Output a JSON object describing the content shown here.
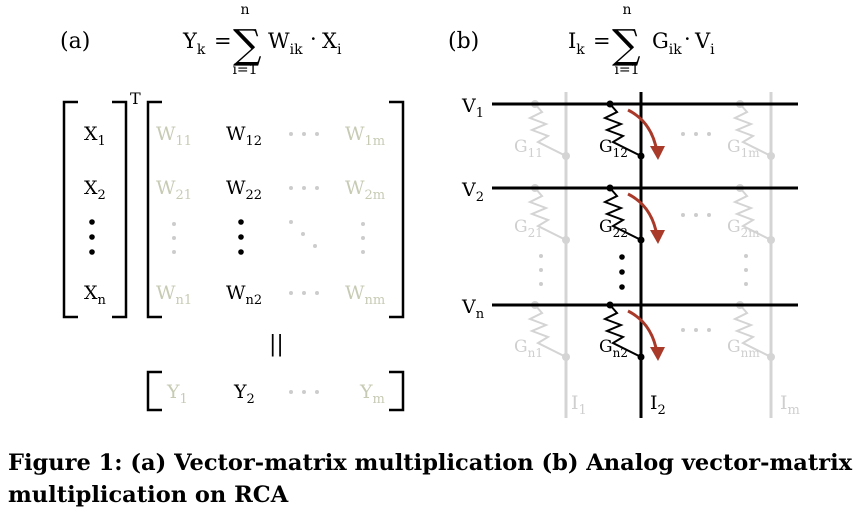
{
  "panel_a": {
    "label": "(a)",
    "equation": {
      "lhs": "Y",
      "lhs_sub": "k",
      "eq": "=",
      "sum_top": "n",
      "sum_bottom": "i=1",
      "w": "W",
      "w_sub": "ik",
      "dot": "·",
      "x": "X",
      "x_sub": "i"
    },
    "transpose": "T",
    "x_vector": [
      {
        "b": "X",
        "s": "1"
      },
      {
        "b": "X",
        "s": "2"
      },
      {
        "b": "X",
        "s": "n"
      }
    ],
    "w_matrix": [
      [
        {
          "b": "W",
          "s": "11"
        },
        {
          "b": "W",
          "s": "12"
        },
        {
          "b": "W",
          "s": "1m"
        }
      ],
      [
        {
          "b": "W",
          "s": "21"
        },
        {
          "b": "W",
          "s": "22"
        },
        {
          "b": "W",
          "s": "2m"
        }
      ],
      [
        {
          "b": "W",
          "s": "n1"
        },
        {
          "b": "W",
          "s": "n2"
        },
        {
          "b": "W",
          "s": "nm"
        }
      ]
    ],
    "equals_sign": "||",
    "y_vector": [
      {
        "b": "Y",
        "s": "1"
      },
      {
        "b": "Y",
        "s": "2"
      },
      {
        "b": "Y",
        "s": "m"
      }
    ]
  },
  "panel_b": {
    "label": "(b)",
    "equation": {
      "lhs": "I",
      "lhs_sub": "k",
      "eq": "=",
      "sum_top": "n",
      "sum_bottom": "i=1",
      "g": "G",
      "g_sub": "ik",
      "dot": "·",
      "v": "V",
      "v_sub": "i"
    },
    "rows": [
      {
        "b": "V",
        "s": "1"
      },
      {
        "b": "V",
        "s": "2"
      },
      {
        "b": "V",
        "s": "n"
      }
    ],
    "conductances": [
      [
        {
          "b": "G",
          "s": "11"
        },
        {
          "b": "G",
          "s": "12"
        },
        {
          "b": "G",
          "s": "1m"
        }
      ],
      [
        {
          "b": "G",
          "s": "21"
        },
        {
          "b": "G",
          "s": "22"
        },
        {
          "b": "G",
          "s": "2m"
        }
      ],
      [
        {
          "b": "G",
          "s": "n1"
        },
        {
          "b": "G",
          "s": "n2"
        },
        {
          "b": "G",
          "s": "nm"
        }
      ]
    ],
    "columns": [
      {
        "b": "I",
        "s": "1"
      },
      {
        "b": "I",
        "s": "2"
      },
      {
        "b": "I",
        "s": "m"
      }
    ]
  },
  "caption": {
    "lead": "Figure 1:",
    "text": " (a) Vector-matrix multiplication (b) Analog vector-matrix multiplication on RCA"
  },
  "colors": {
    "ink": "#000000",
    "faded": "#cccccc",
    "faded_text": "#c7cbb4",
    "arrow": "#a93a2a"
  }
}
